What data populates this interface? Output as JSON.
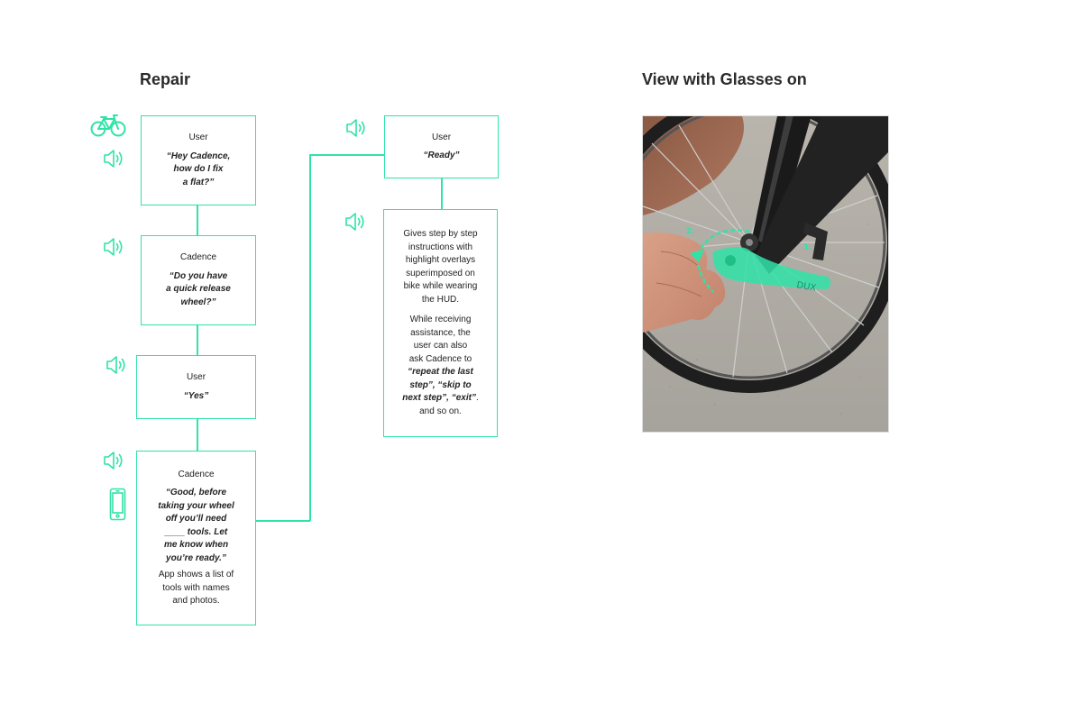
{
  "headings": {
    "repair": "Repair",
    "glasses": "View with Glasses on"
  },
  "colors": {
    "accent": "#2fe3a8",
    "heading": "#2a2a2a"
  },
  "icons": {
    "bicycle": "bicycle-icon",
    "speaker": "speaker-icon",
    "phone": "smartphone-icon"
  },
  "flow": {
    "step1": {
      "speaker": "User",
      "quote": "“Hey Cadence,\nhow do I fix\na flat?”"
    },
    "step2": {
      "speaker": "Cadence",
      "quote": "“Do you have\na quick release\nwheel?”"
    },
    "step3": {
      "speaker": "User",
      "quote": "“Yes”"
    },
    "step4": {
      "speaker": "Cadence",
      "quote": "“Good, before\ntaking your wheel\noff you’ll need\n____ tools. Let\nme know when\nyou’re ready.”",
      "note": "App shows a list of\ntools with names\nand photos."
    },
    "step5": {
      "speaker": "User",
      "quote": "“Ready”"
    },
    "step6": {
      "para1": "Gives step by step\ninstructions with\nhighlight overlays\nsuperimposed on\nbike while wearing\nthe HUD.",
      "para2_start": "While receiving\nassistance, the\nuser can also\nask Cadence to",
      "para2_commands": "“repeat the last\nstep”, “skip to\nnext step”, “exit”",
      "para2_end": ".\nand so on."
    }
  },
  "overlay": {
    "step_1": "1.",
    "step_2": "2.",
    "brand": "DUX"
  }
}
